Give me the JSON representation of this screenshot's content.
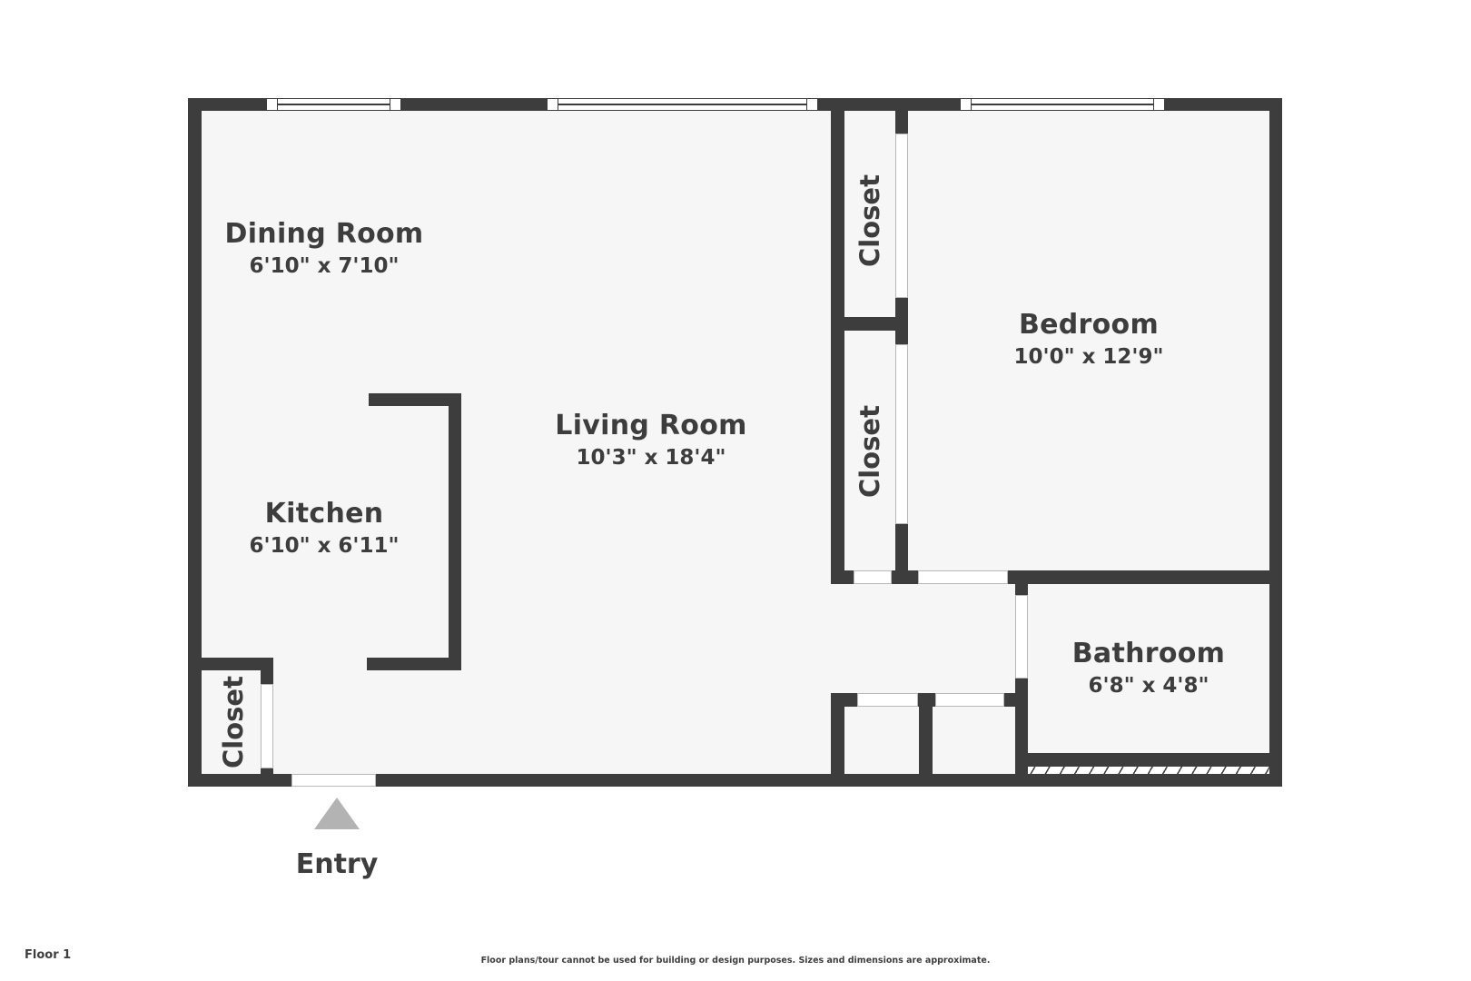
{
  "plan": {
    "floor_label": "Floor 1",
    "disclaimer": "Floor plans/tour cannot be used for building or design purposes. Sizes and dimensions are approximate.",
    "entry_label": "Entry",
    "colors": {
      "wall": "#3d3d3d",
      "floor": "#f6f6f6",
      "door": "#ffffff",
      "entry_arrow": "#b3b3b3",
      "text": "#3d3d3d"
    }
  },
  "rooms": {
    "dining": {
      "name": "Dining Room",
      "dims": "6'10\" x 7'10\""
    },
    "kitchen": {
      "name": "Kitchen",
      "dims": "6'10\" x 6'11\""
    },
    "living": {
      "name": "Living Room",
      "dims": "10'3\" x 18'4\""
    },
    "bedroom": {
      "name": "Bedroom",
      "dims": "10'0\" x 12'9\""
    },
    "bathroom": {
      "name": "Bathroom",
      "dims": "6'8\" x 4'8\""
    },
    "closet_upper": {
      "name": "Closet"
    },
    "closet_middle": {
      "name": "Closet"
    },
    "closet_entry": {
      "name": "Closet"
    }
  }
}
